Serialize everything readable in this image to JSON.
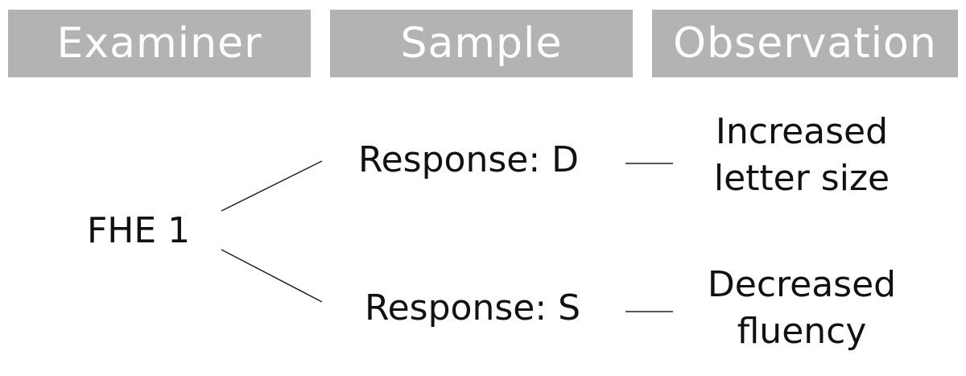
{
  "colors": {
    "header_bg": "#b3b3b3",
    "header_text": "#ffffff",
    "text": "#111111",
    "line": "#222222"
  },
  "headers": {
    "examiner": "Examiner",
    "sample": "Sample",
    "observation": "Observation"
  },
  "examiner": {
    "label": "FHE 1"
  },
  "responses": [
    {
      "label": "Response: D",
      "observation": [
        "Increased",
        "letter size"
      ]
    },
    {
      "label": "Response: S",
      "observation": [
        "Decreased",
        "fluency"
      ]
    }
  ]
}
